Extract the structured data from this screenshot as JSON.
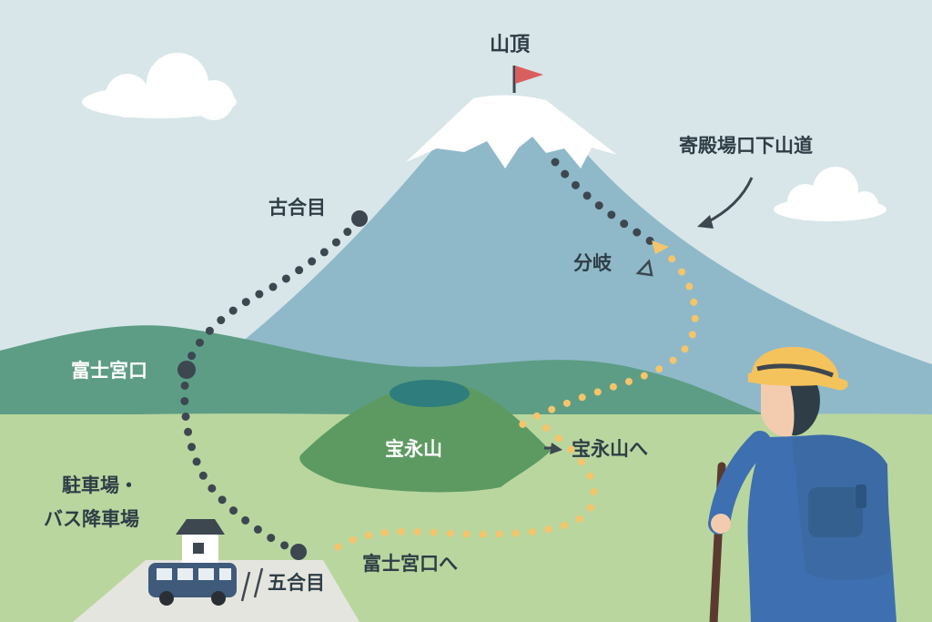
{
  "map": {
    "labels": {
      "summit": "山頂",
      "gotemba_descent_trail": "寄殿場口下山道",
      "kogome": "古合目",
      "branch": "分岐",
      "fujinomiya_entrance": "富士宮口",
      "hoei_zan": "宝永山",
      "to_hoei_zan": "宝永山へ",
      "parking_line1": "駐車場・",
      "parking_line2": "バス降車場",
      "fifth_station": "五合目",
      "to_fujinomiya": "富士宮口へ"
    },
    "colors": {
      "sky": "#d8e6e9",
      "far_mountain": "#8fb9c9",
      "snow_cap": "#ffffff",
      "foothills": "#5d9d85",
      "meadow": "#b9d69f",
      "hoei_crater_hill": "#5d9a62",
      "parking_lot": "#e5e5df",
      "dark_trail": "#3d4750",
      "orange_trail": "#f6c46a",
      "flag": "#d95f5f",
      "hiker_hat": "#f5c35c",
      "backpack": "#3c6aa5",
      "bus": "#3f5a7a"
    },
    "icons": [
      "summit-flag-icon",
      "cloud-icon",
      "bus-icon",
      "rest-house-icon",
      "hiker-figure",
      "walking-stick-icon",
      "direction-arrow-icon"
    ]
  }
}
